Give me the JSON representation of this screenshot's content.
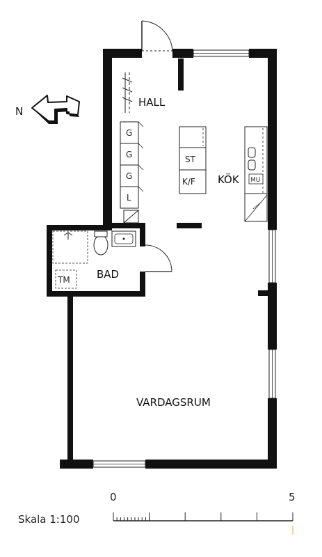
{
  "plan": {
    "rooms": {
      "hall": "HALL",
      "kok": "KÖK",
      "bad": "BAD",
      "vardagsrum": "VARDAGSRUM"
    },
    "compass": {
      "label": "N"
    },
    "wardrobes": [
      "G",
      "G",
      "G",
      "L"
    ],
    "kitchen_units": {
      "stove": "ST",
      "fridge_freezer": "K/F",
      "dishwasher": "MU"
    },
    "bathroom": {
      "washer": "TM"
    },
    "scale": {
      "label": "Skala 1:100",
      "start": "0",
      "end": "5"
    }
  }
}
